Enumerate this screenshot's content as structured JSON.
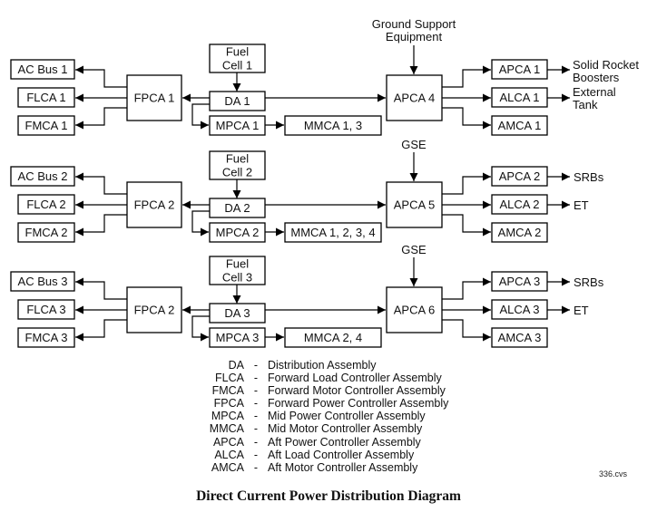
{
  "groups": [
    {
      "ac_bus": "AC Bus 1",
      "flca": "FLCA 1",
      "fmca": "FMCA 1",
      "fpca": "FPCA 1",
      "fuel_cell": [
        "Fuel",
        "Cell 1"
      ],
      "da": "DA 1",
      "mpca": "MPCA 1",
      "mmca": "MMCA 1, 3",
      "aft_source": [
        "Ground Support",
        "Equipment"
      ],
      "apca_main": "APCA 4",
      "apca": "APCA 1",
      "alca": "ALCA 1",
      "amca": "AMCA 1",
      "apca_target": [
        "Solid Rocket",
        "Boosters"
      ],
      "alca_target": [
        "External",
        "Tank"
      ]
    },
    {
      "ac_bus": "AC Bus 2",
      "flca": "FLCA 2",
      "fmca": "FMCA 2",
      "fpca": "FPCA 2",
      "fuel_cell": [
        "Fuel",
        "Cell 2"
      ],
      "da": "DA 2",
      "mpca": "MPCA 2",
      "mmca": "MMCA 1, 2, 3, 4",
      "aft_source": [
        "GSE"
      ],
      "apca_main": "APCA 5",
      "apca": "APCA 2",
      "alca": "ALCA 2",
      "amca": "AMCA 2",
      "apca_target": [
        "SRBs"
      ],
      "alca_target": [
        "ET"
      ]
    },
    {
      "ac_bus": "AC Bus 3",
      "flca": "FLCA 3",
      "fmca": "FMCA 3",
      "fpca": "FPCA 2",
      "fuel_cell": [
        "Fuel",
        "Cell 3"
      ],
      "da": "DA 3",
      "mpca": "MPCA 3",
      "mmca": "MMCA 2, 4",
      "aft_source": [
        "GSE"
      ],
      "apca_main": "APCA 6",
      "apca": "APCA 3",
      "alca": "ALCA 3",
      "amca": "AMCA 3",
      "apca_target": [
        "SRBs"
      ],
      "alca_target": [
        "ET"
      ]
    }
  ],
  "legend": [
    {
      "abbr": "DA",
      "sep": "-",
      "definition": "Distribution Assembly"
    },
    {
      "abbr": "FLCA",
      "sep": "-",
      "definition": "Forward Load Controller Assembly"
    },
    {
      "abbr": "FMCA",
      "sep": "-",
      "definition": "Forward Motor Controller Assembly"
    },
    {
      "abbr": "FPCA",
      "sep": "-",
      "definition": "Forward Power Controller Assembly"
    },
    {
      "abbr": "MPCA",
      "sep": "-",
      "definition": "Mid Power Controller Assembly"
    },
    {
      "abbr": "MMCA",
      "sep": "-",
      "definition": "Mid Motor Controller Assembly"
    },
    {
      "abbr": "APCA",
      "sep": "-",
      "definition": "Aft Power Controller Assembly"
    },
    {
      "abbr": "ALCA",
      "sep": "-",
      "definition": "Aft Load Controller Assembly"
    },
    {
      "abbr": "AMCA",
      "sep": "-",
      "definition": "Aft Motor Controller Assembly"
    }
  ],
  "figure_id": "336.cvs",
  "caption": "Direct Current Power Distribution Diagram"
}
